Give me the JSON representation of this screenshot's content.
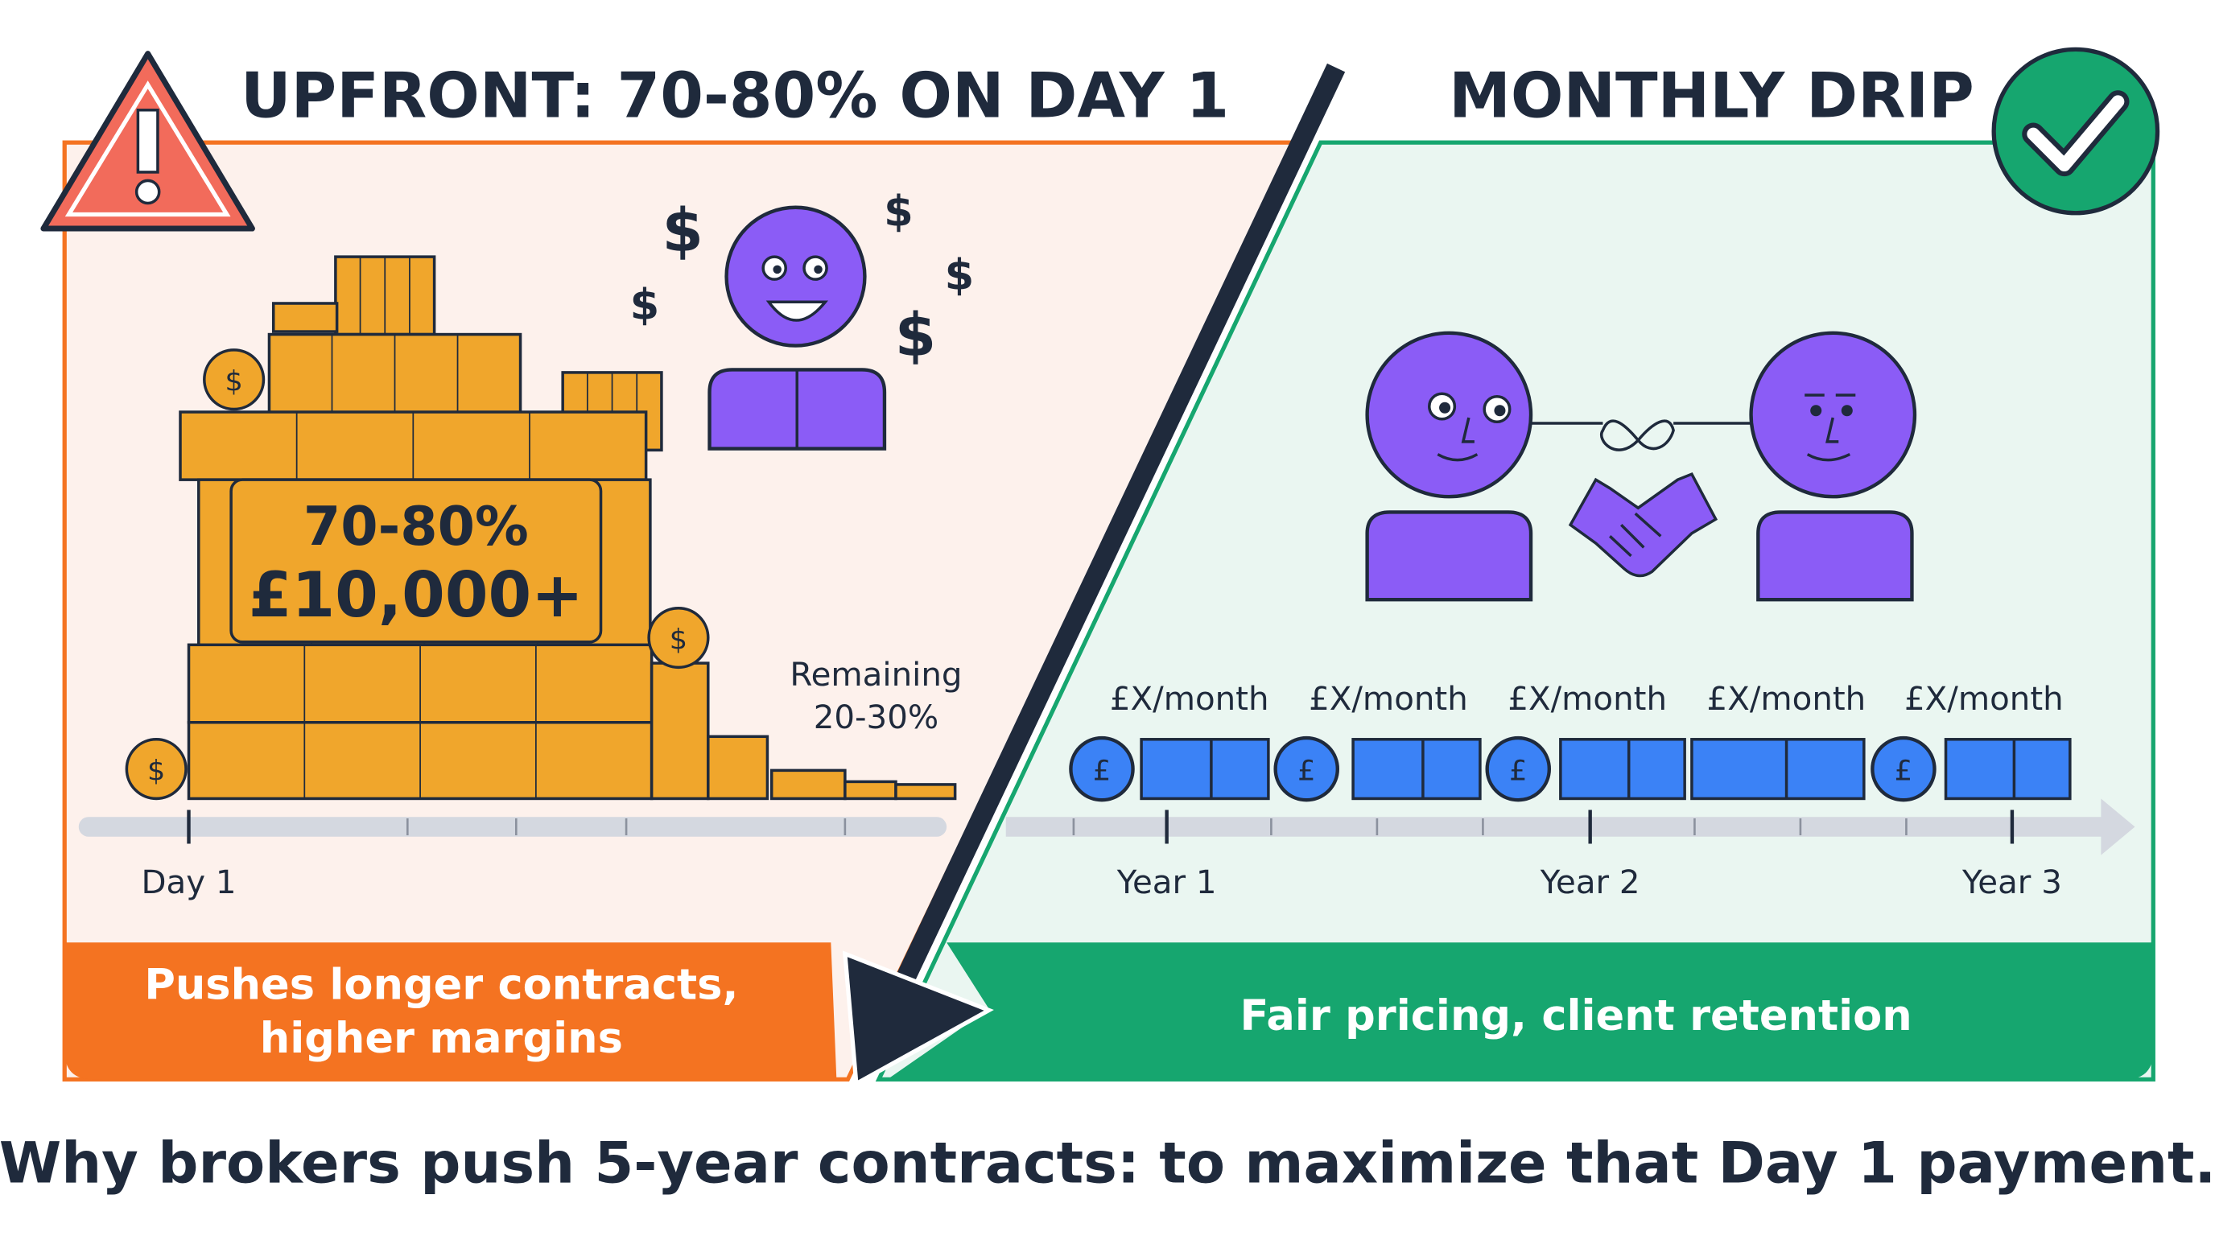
{
  "colors": {
    "upfront": "#f47321",
    "drip": "#16a66f",
    "gold": "#f0a62c",
    "person": "#8b5cf6",
    "blue": "#3b82f6",
    "ink": "#1f2a3c"
  },
  "left": {
    "title": "UPFRONT: 70-80% ON DAY 1",
    "icon": "warning-triangle-icon",
    "stack_percent": "70-80%",
    "stack_amount": "£10,000+",
    "remaining_line1": "Remaining",
    "remaining_line2": "20-30%",
    "timeline_label": "Day 1",
    "banner_line1": "Pushes longer contracts,",
    "banner_line2": "higher margins",
    "dollar_sign": "$"
  },
  "right": {
    "title": "MONTHLY DRIP",
    "icon": "check-circle-icon",
    "monthly_labels": [
      "£X/month",
      "£X/month",
      "£X/month",
      "£X/month",
      "£X/month"
    ],
    "coin_symbol": "£",
    "year_labels": [
      "Year 1",
      "Year 2",
      "Year 3"
    ],
    "banner": "Fair pricing, client retention"
  },
  "caption": "Why brokers push 5-year contracts: to maximize that Day 1 payment."
}
